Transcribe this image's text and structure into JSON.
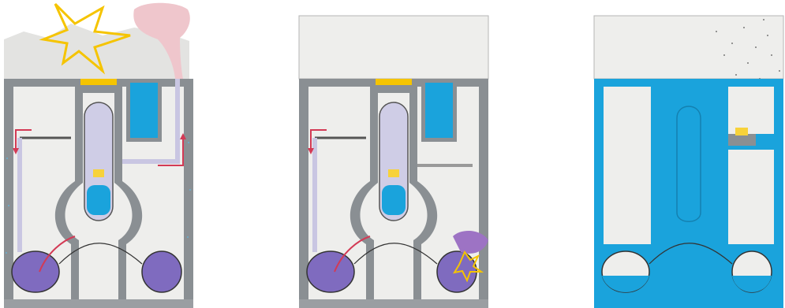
{
  "figure": {
    "panel_count": 3,
    "panels": [
      {
        "id": "p1",
        "state": "hydrogen-explosion-reactor-building",
        "features": [
          "explosion-burst",
          "pink-smoke-plume",
          "venting-arrows",
          "torus-steam-vent"
        ]
      },
      {
        "id": "p2",
        "state": "torus-damage",
        "features": [
          "torus-explosion",
          "purple-smoke",
          "venting-arrow"
        ]
      },
      {
        "id": "p3",
        "state": "flooded-with-spent-fuel-pool-release",
        "features": [
          "blue-flooding",
          "particle-cloud",
          "exposed-fuel-pool"
        ]
      }
    ],
    "colors": {
      "building_wall": "#8a8f93",
      "building_interior": "#eeeeec",
      "water": "#1aa3dc",
      "suppression_pool": "#7f6bbf",
      "reactor_vessel": "#cfcde6",
      "arrow_red": "#d33a55",
      "explosion_yellow": "#f5c400",
      "smoke_pink": "#efc6cc",
      "smoke_purple": "#9d73c4",
      "fuel_glow": "#f7d23a"
    }
  }
}
